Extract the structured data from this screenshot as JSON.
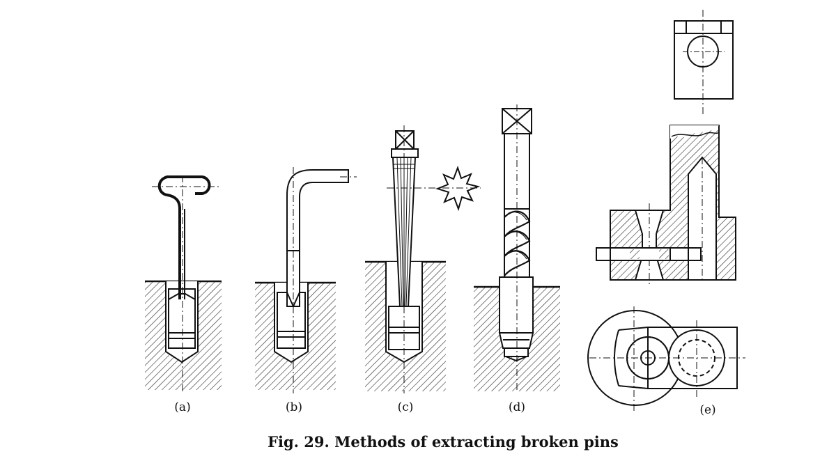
{
  "figure": {
    "caption": "Fig. 29. Methods of extracting broken pins",
    "panels": [
      {
        "label": "(a)"
      },
      {
        "label": "(b)"
      },
      {
        "label": "(c)"
      },
      {
        "label": "(d)"
      },
      {
        "label": "(e)"
      }
    ],
    "colors": {
      "ink": "#111111",
      "paper": "#ffffff"
    }
  }
}
